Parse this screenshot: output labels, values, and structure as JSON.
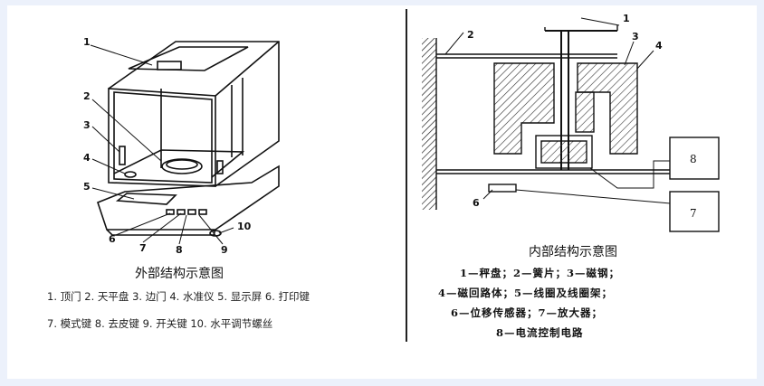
{
  "left_panel": {
    "caption": "外部结构示意图",
    "legend_line_1": "1. 顶门  2. 天平盘  3. 边门  4. 水准仪  5. 显示屏  6. 打印键",
    "legend_line_2": "7. 模式键  8. 去皮键  9. 开关键  10. 水平调节螺丝",
    "callouts": [
      "1",
      "2",
      "3",
      "4",
      "5",
      "6",
      "7",
      "8",
      "9",
      "10"
    ]
  },
  "right_panel": {
    "caption": "内部结构示意图",
    "legend_line_1": "1—秤盘；2—簧片；3—磁钢；",
    "legend_line_2": "4—磁回路体；5—线圈及线圈架；",
    "legend_line_3": "6—位移传感器；7—放大器；",
    "legend_line_4": "8—电流控制电路",
    "callouts": [
      "1",
      "2",
      "3",
      "4",
      "6"
    ],
    "box_8": "8",
    "box_7": "7"
  }
}
